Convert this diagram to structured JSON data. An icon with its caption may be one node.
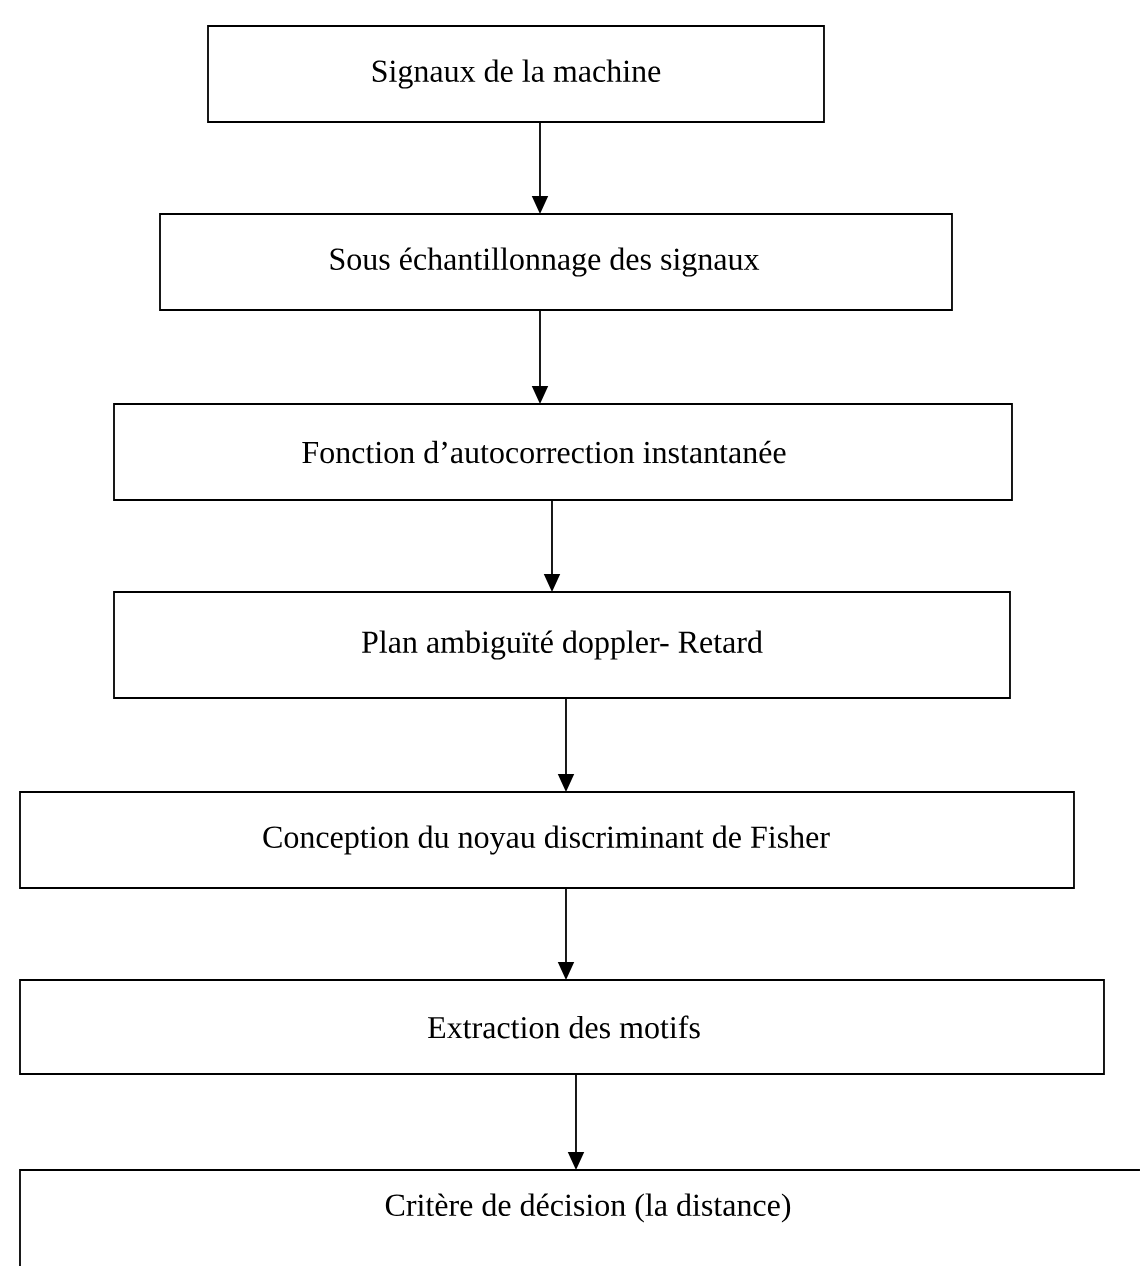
{
  "diagram": {
    "nodes": [
      {
        "text": [
          "Signaux de la machine"
        ]
      },
      {
        "text": [
          "Sous échantillonnage des signaux"
        ]
      },
      {
        "text": [
          "Fonction d’autocorrection instantanée"
        ]
      },
      {
        "text": [
          "Plan ambiguïté doppler- Retard"
        ]
      },
      {
        "text": [
          "Conception du noyau discriminant de Fisher"
        ]
      },
      {
        "text": [
          "Extraction des motifs"
        ]
      },
      {
        "text": [
          "Critère de décision (la distance)"
        ]
      }
    ],
    "edges": [
      {
        "from": 0,
        "to": 1,
        "arrow": "to"
      },
      {
        "from": 1,
        "to": 2,
        "arrow": "to"
      },
      {
        "from": 2,
        "to": 3,
        "arrow": "to"
      },
      {
        "from": 3,
        "to": 4,
        "arrow": "to"
      },
      {
        "from": 4,
        "to": 5,
        "arrow": "to"
      },
      {
        "from": 5,
        "to": 6,
        "arrow": "to"
      }
    ]
  }
}
